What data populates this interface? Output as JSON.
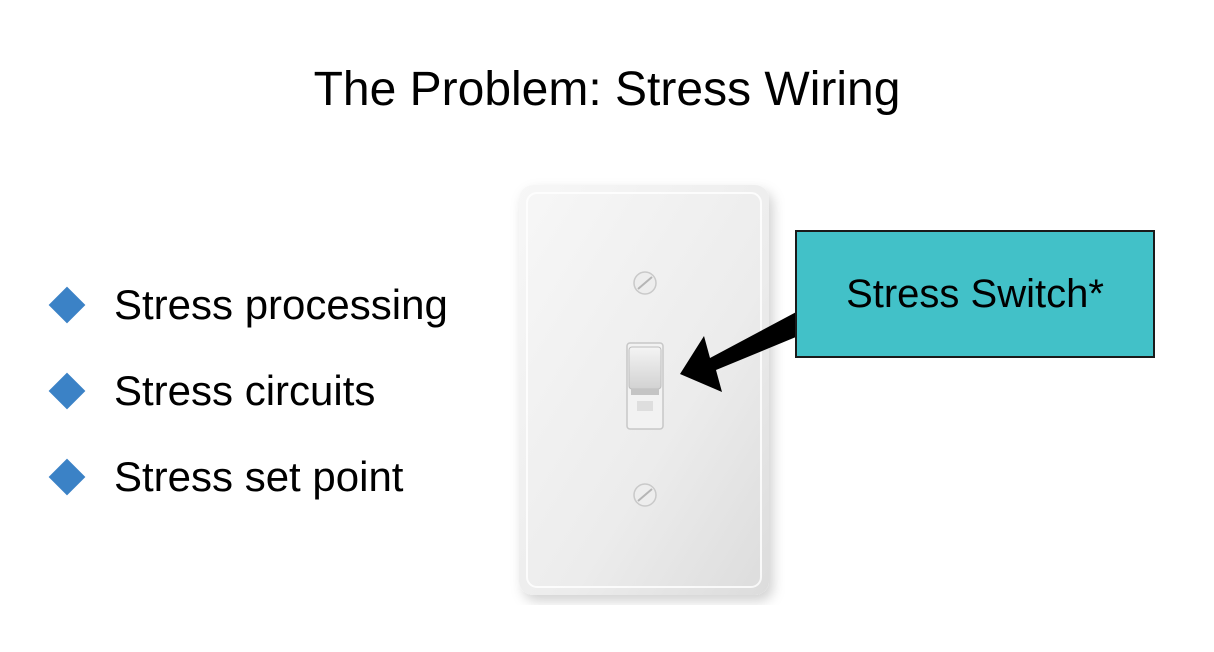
{
  "slide": {
    "title": "The Problem: Stress Wiring",
    "bullets": [
      {
        "label": "Stress processing"
      },
      {
        "label": "Stress circuits"
      },
      {
        "label": "Stress set point"
      }
    ],
    "callout": {
      "label": "Stress Switch*"
    }
  },
  "colors": {
    "bullet_marker": "#3b82c6",
    "callout_fill": "#42c1c8",
    "arrow": "#000000"
  },
  "icons": {
    "bullet_marker": "diamond-icon",
    "image": "light-switch-illustration",
    "pointer": "arrow-icon"
  }
}
